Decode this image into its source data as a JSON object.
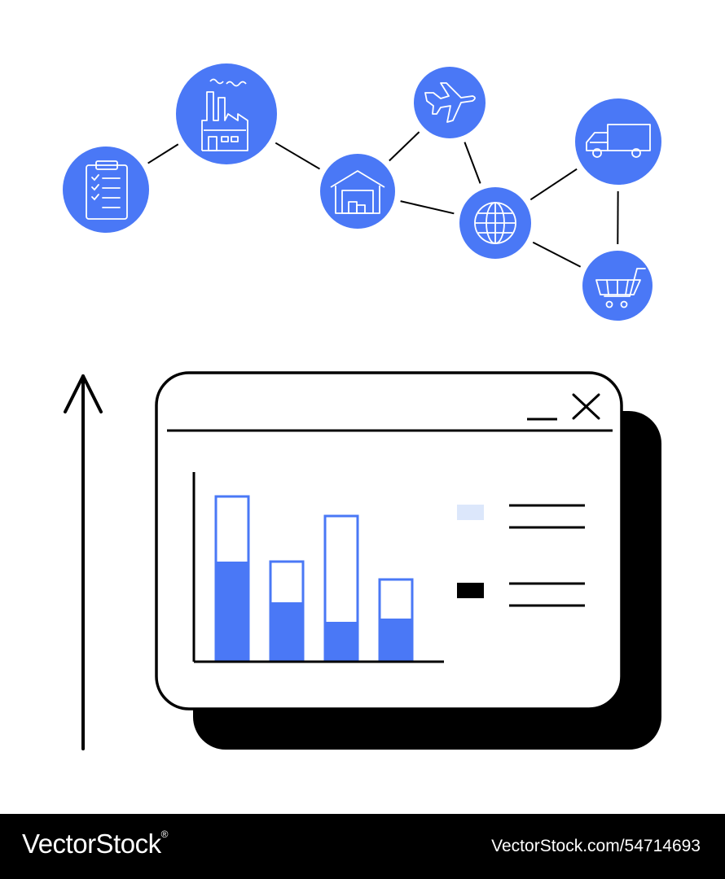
{
  "colors": {
    "accent": "#4a78f6",
    "ink": "#000000",
    "paper": "#ffffff",
    "legend_light": "#dce7fb"
  },
  "network": {
    "nodes": [
      {
        "id": "orders",
        "icon": "clipboard-checklist-icon"
      },
      {
        "id": "factory",
        "icon": "factory-icon"
      },
      {
        "id": "warehouse",
        "icon": "warehouse-icon"
      },
      {
        "id": "airplane",
        "icon": "airplane-icon"
      },
      {
        "id": "globe",
        "icon": "globe-icon"
      },
      {
        "id": "truck",
        "icon": "delivery-truck-icon"
      },
      {
        "id": "cart",
        "icon": "shopping-cart-icon"
      }
    ],
    "edges": [
      [
        "orders",
        "factory"
      ],
      [
        "factory",
        "warehouse"
      ],
      [
        "warehouse",
        "airplane"
      ],
      [
        "warehouse",
        "globe"
      ],
      [
        "airplane",
        "globe"
      ],
      [
        "globe",
        "truck"
      ],
      [
        "globe",
        "cart"
      ],
      [
        "truck",
        "cart"
      ]
    ]
  },
  "chart_window": {
    "controls": {
      "minimize_icon": "minimize-icon",
      "close_icon": "close-icon"
    }
  },
  "chart_data": {
    "type": "bar",
    "stacked": true,
    "categories": [
      "",
      "",
      "",
      ""
    ],
    "series": [
      {
        "color": "#4a78f6",
        "values": [
          0.6,
          0.35,
          0.23,
          0.25
        ]
      },
      {
        "color": "#ffffff",
        "values": [
          0.4,
          0.25,
          0.65,
          0.24
        ]
      }
    ],
    "ylim": [
      0,
      1.15
    ],
    "grid": false,
    "legend": "right",
    "legend_entries": [
      {
        "swatch_color": "#dce7fb"
      },
      {
        "swatch_color": "#000000"
      }
    ]
  },
  "growth_arrow": {
    "icon": "up-arrow-icon"
  },
  "watermark": {
    "brand": "VectorStock",
    "brand_mark": "®",
    "image_id": "VectorStock.com/54714693"
  }
}
